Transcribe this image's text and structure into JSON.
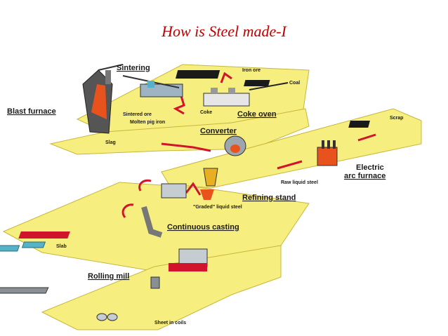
{
  "slide": {
    "title": "How is Steel made-I"
  },
  "diagram": {
    "labels": {
      "sintering": "Sintering",
      "iron_ore": "Iron ore",
      "coal": "Coal",
      "blast_furnace": "Blast furnace",
      "sintered_ore": "Sintered ore",
      "coke": "Coke",
      "coke_oven": "Coke oven",
      "molten_pig_iron": "Molten pig iron",
      "converter": "Converter",
      "slag": "Slag",
      "scrap": "Scrap",
      "electric_arc_furnace_1": "Electric",
      "electric_arc_furnace_2": "arc furnace",
      "raw_liquid_steel": "Raw liquid steel",
      "refining_stand": "Refining stand",
      "graded_liquid_steel": "\"Graded\" liquid steel",
      "continuous_casting": "Continuous casting",
      "slab": "Slab",
      "rolling_mill": "Rolling mill",
      "sheet_in_coils": "Sheet in coils"
    },
    "colors": {
      "floor": "#f7ee80",
      "floor_edge": "#c9b73a",
      "flow_arrow": "#d1142b",
      "title": "#c00000"
    }
  }
}
